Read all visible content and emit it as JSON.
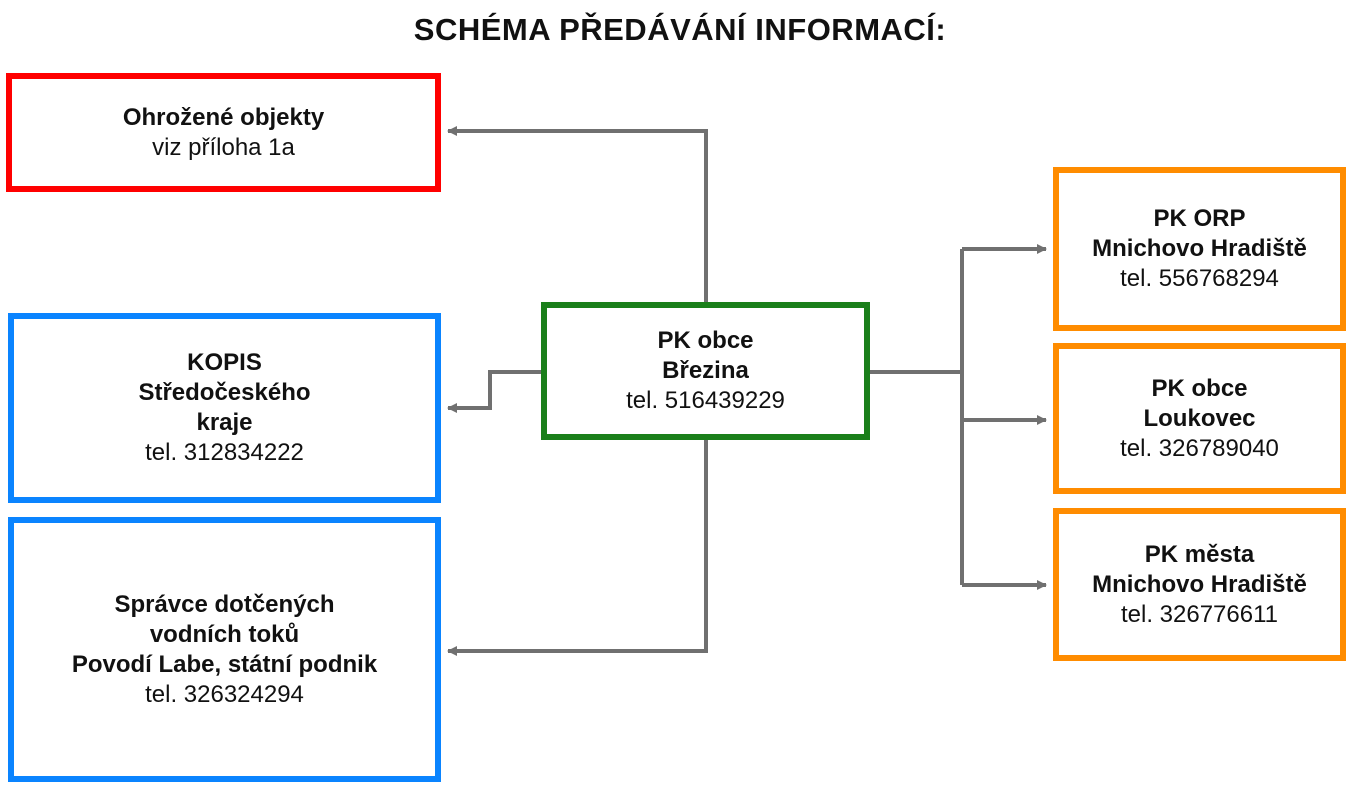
{
  "title": "SCHÉMA PŘEDÁVÁNÍ INFORMACÍ:",
  "colors": {
    "threatened": "#ff0000",
    "authority": "#0a84ff",
    "center": "#1a7f1a",
    "neighbors": "#ff8c00",
    "connector": "#707070"
  },
  "center": {
    "line1": "PK obce",
    "line2": "Březina",
    "phone": "tel. 516439229"
  },
  "threatened": {
    "line1": "Ohrožené objekty",
    "note": "viz příloha 1a"
  },
  "kopis": {
    "line1": "KOPIS",
    "line2": "Středočeského",
    "line3": "kraje",
    "phone": "tel. 312834222"
  },
  "river": {
    "line1": "Správce dotčených",
    "line2": "vodních toků",
    "line3": "Povodí Labe, státní podnik",
    "phone": "tel. 326324294"
  },
  "orp": {
    "line1": "PK ORP",
    "line2": "Mnichovo Hradiště",
    "phone": "tel. 556768294"
  },
  "loukovec": {
    "line1": "PK obce",
    "line2": "Loukovec",
    "phone": "tel. 326789040"
  },
  "mesta": {
    "line1": "PK města",
    "line2": "Mnichovo Hradiště",
    "phone": "tel. 326776611"
  }
}
